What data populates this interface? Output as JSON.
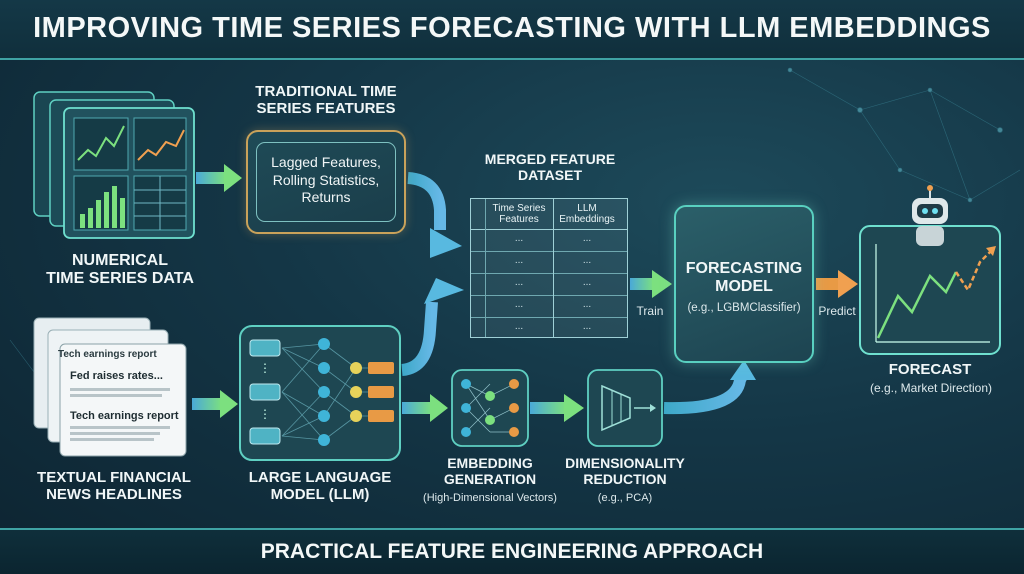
{
  "title": "IMPROVING TIME SERIES FORECASTING WITH LLM EMBEDDINGS",
  "footer": "PRACTICAL FEATURE ENGINEERING APPROACH",
  "colors": {
    "background": "#143646",
    "accent_teal": "#59d0c0",
    "accent_orange": "#f0a050",
    "arrow_green": "#7ce07f",
    "arrow_blue": "#4aa9d8"
  },
  "numerical_data": {
    "label_line1": "NUMERICAL",
    "label_line2": "TIME SERIES DATA"
  },
  "traditional_features": {
    "title_line1": "TRADITIONAL TIME",
    "title_line2": "SERIES FEATURES",
    "items": [
      "Lagged Features,",
      "Rolling Statistics,",
      "Returns"
    ]
  },
  "merged_dataset": {
    "title_line1": "MERGED FEATURE",
    "title_line2": "DATASET",
    "col1_line1": "Time Series",
    "col1_line2": "Features",
    "col2_line1": "LLM",
    "col2_line2": "Embeddings",
    "cell": "..."
  },
  "forecasting_model": {
    "title_line1": "FORECASTING",
    "title_line2": "MODEL",
    "example": "(e.g., LGBMClassifier)"
  },
  "train_label": "Train",
  "predict_label": "Predict",
  "forecast": {
    "title": "FORECAST",
    "example": "(e.g., Market Direction)"
  },
  "news": {
    "label_line1": "TEXTUAL FINANCIAL",
    "label_line2": "NEWS HEADLINES",
    "headline_back": "Tech earnings report",
    "headline_front": "Fed raises rates...",
    "headline_front2": "Tech earnings report"
  },
  "llm": {
    "label_line1": "LARGE LANGUAGE",
    "label_line2": "MODEL (LLM)"
  },
  "embedding": {
    "label_line1": "EMBEDDING",
    "label_line2": "GENERATION",
    "sub": "(High-Dimensional Vectors)"
  },
  "reduction": {
    "label_line1": "DIMENSIONALITY",
    "label_line2": "REDUCTION",
    "sub": "(e.g., PCA)"
  }
}
